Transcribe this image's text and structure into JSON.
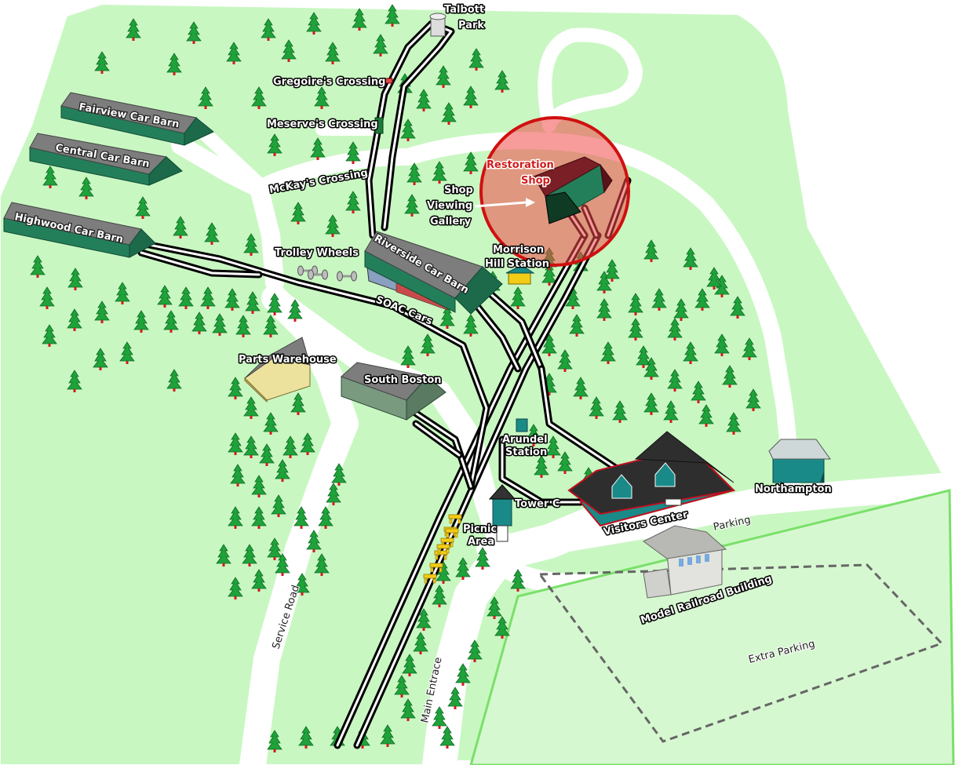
{
  "colors": {
    "grass": "#c9f7c2",
    "road": "#ffffff",
    "tree": "#1fa23a",
    "trunk": "#d11c1c",
    "barn_roof": "#7d7d7d",
    "barn_wall": "#237f5a",
    "highlight": "#f04848",
    "highlight_ring": "#d01010",
    "restoration_roof": "#7a1f26",
    "visitors_roof": "#2e2e2e",
    "visitors_wall": "#1a8a88",
    "warehouse_wall": "#ece29d",
    "model_building": "#e2e2de",
    "northampton": "#1a8a88",
    "extra_parking": "#d6f8d0"
  },
  "icons": {
    "tree": "pine-tree-icon",
    "wheel": "trolley-wheel-icon",
    "bench": "picnic-table-icon",
    "crossing": "crossing-sign-icon",
    "tower": "water-tower-icon"
  },
  "labels": {
    "talbott_park_1": "Talbott",
    "talbott_park_2": "Park",
    "gregoires_crossing": "Gregoire's Crossing",
    "meserves_crossing": "Meserve's Crossing",
    "mckays_crossing": "McKay's Crossing",
    "fairview_car_barn": "Fairview Car Barn",
    "central_car_barn": "Central Car Barn",
    "highwood_car_barn": "Highwood Car Barn",
    "trolley_wheels": "Trolley Wheels",
    "riverside_car_barn": "Riverside Car Barn",
    "soac_cars": "SOAC Cars",
    "restoration_shop_1": "Restoration",
    "restoration_shop_2": "Shop",
    "shop_viewing_gallery_1": "Shop",
    "shop_viewing_gallery_2": "Viewing",
    "shop_viewing_gallery_3": "Gallery",
    "morrison_hill_station_1": "Morrison",
    "morrison_hill_station_2": "Hill Station",
    "parts_warehouse": "Parts Warehouse",
    "south_boston": "South Boston",
    "arundel_station_1": "Arundel",
    "arundel_station_2": "Station",
    "tower_c": "Tower C",
    "picnic_area_1": "Picnic",
    "picnic_area_2": "Area",
    "visitors_center": "Visitors Center",
    "northampton": "Northampton",
    "parking": "Parking",
    "model_railroad_building": "Model Railroad Building",
    "extra_parking": "Extra Parking",
    "service_road": "Service Road",
    "main_entrance": "Main Entrace"
  }
}
